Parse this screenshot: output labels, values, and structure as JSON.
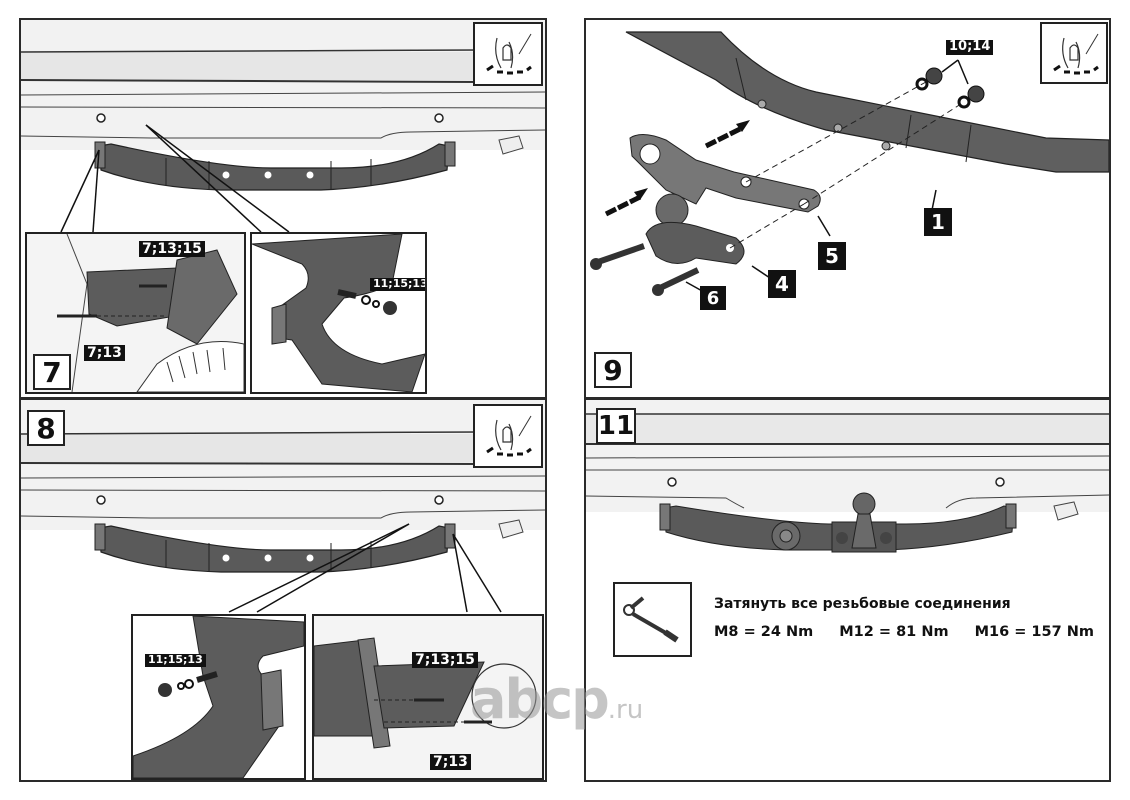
{
  "steps": [
    {
      "number": "7",
      "labels": {
        "inset_left_top": "7;13;15",
        "inset_left_bottom": "7;13",
        "inset_right": "11;15;13"
      }
    },
    {
      "number": "8",
      "labels": {
        "inset_left": "11;15;13",
        "inset_right_top": "7;13;15",
        "inset_right_bottom": "7;13"
      }
    },
    {
      "number": "9",
      "labels": {
        "nuts": "10;14"
      },
      "parts": [
        "1",
        "5",
        "4",
        "6"
      ]
    },
    {
      "number": "11"
    }
  ],
  "torque": {
    "title": "Затянуть все резьбовые соединения",
    "values": [
      "M8 = 24 Nm",
      "M12 = 81 Nm",
      "M16 = 157 Nm"
    ]
  },
  "icons": {
    "hand_tighten": "hand-tighten-icon",
    "torque_wrench": "torque-wrench-icon"
  },
  "watermark": {
    "brand": "abcp",
    "tld": ".ru"
  },
  "colors": {
    "frame": "#2a2a2a",
    "towbar": "#5a5a5a",
    "bumper": "#f2f2f2",
    "label_bg": "#111111"
  }
}
